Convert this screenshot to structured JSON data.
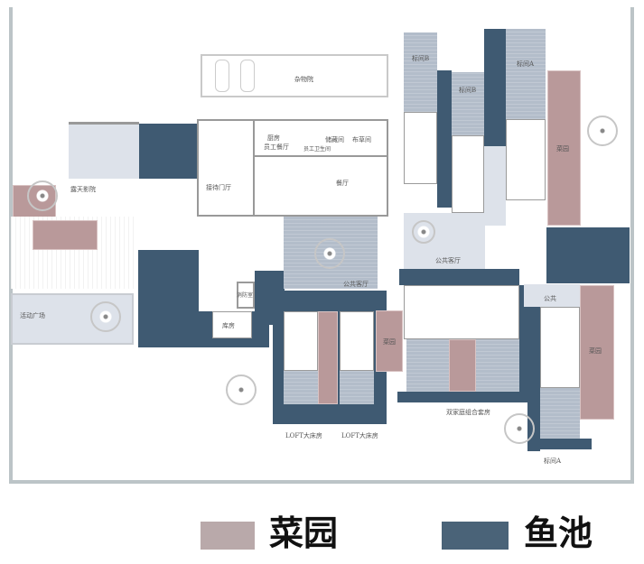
{
  "colors": {
    "vegetable_garden": "#b9999a",
    "fish_pond": "#3f5a72",
    "courtyard": "#b3bdca"
  },
  "labels": {
    "storage_yard": "杂物院",
    "kitchen": "厨房",
    "staff_dining": "员工餐厅",
    "staff_wc": "员工卫生间",
    "storeroom": "储藏间",
    "linen_room": "布草间",
    "restaurant": "餐厅",
    "reception_hall": "接待门厅",
    "open_air_cinema": "露天影院",
    "activity_plaza": "活动广场",
    "public_lounge_1": "公共客厅",
    "public_lounge_2": "公共客厅",
    "fire_room": "消防室",
    "warehouse": "库房",
    "garden_1": "菜园",
    "garden_2": "菜园",
    "garden_3": "菜园",
    "loft_1": "LOFT大床房",
    "loft_2": "LOFT大床房",
    "family_suite": "双家庭组合套房",
    "room_a_bottom": "标间A",
    "room_b_1": "标间B",
    "room_b_2": "标间B",
    "room_a_top": "标间A",
    "public_lounge_3": "公共"
  },
  "legend": [
    {
      "label": "菜园",
      "color": "#b9999a"
    },
    {
      "label": "鱼池",
      "color": "#3f5a72"
    }
  ]
}
